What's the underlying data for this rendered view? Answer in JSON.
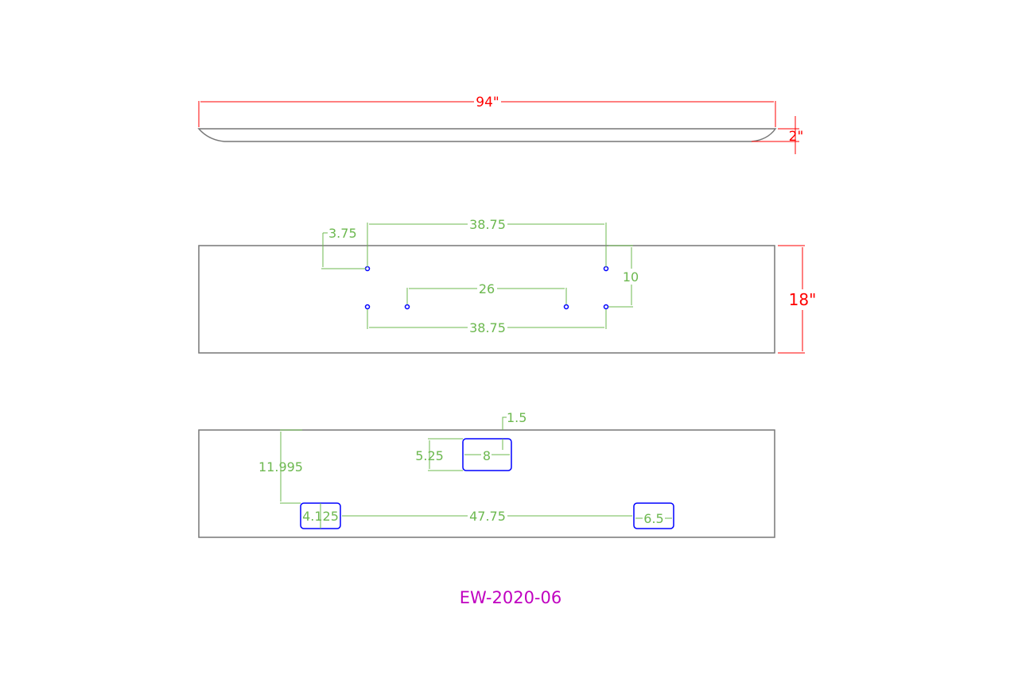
{
  "colors": {
    "outline": "#777777",
    "dimension": "#6cb84f",
    "overall_dimension": "#ff0000",
    "holes": "#0000ff",
    "title": "#c000c0"
  },
  "side_view": {
    "length_label": "94\"",
    "height_label": "2\""
  },
  "top_view": {
    "height_label": "18\"",
    "dims": {
      "edge_offset": "3.75",
      "top_span": "38.75",
      "inner_span": "26",
      "vertical": "10",
      "bottom_span": "38.75"
    }
  },
  "bottom_view": {
    "dims": {
      "offset_top": "1.5",
      "slot_height": "5.25",
      "slot_width": "8",
      "vertical": "11.995",
      "small_slot": "4.125",
      "slot_span": "47.75",
      "right_slot": "6.5"
    }
  },
  "title": "EW-2020-06"
}
